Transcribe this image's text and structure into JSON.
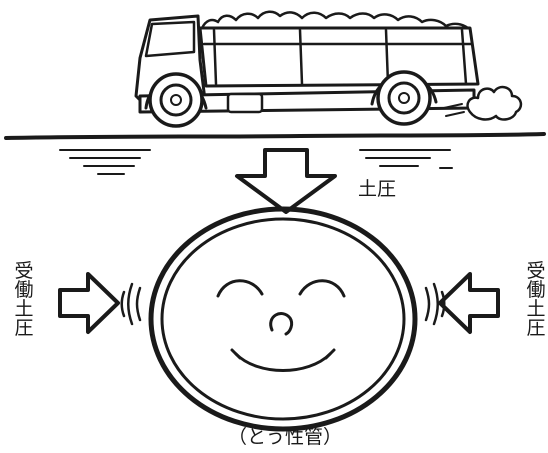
{
  "labels": {
    "top_pressure": "土圧",
    "left_passive": "受働土圧",
    "right_passive": "受働土圧",
    "caption": "（とう性管）"
  },
  "colors": {
    "ink": "#1a1a1a",
    "background": "#ffffff"
  }
}
